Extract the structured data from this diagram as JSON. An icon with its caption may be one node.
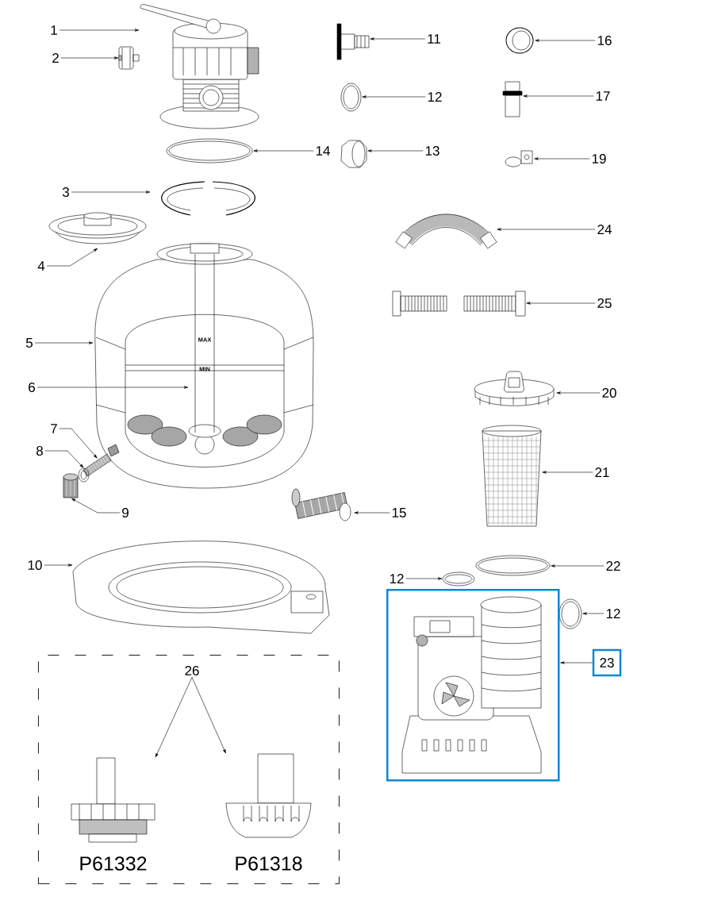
{
  "diagram": {
    "nodes": [
      {
        "text": [
          "1"
        ]
      },
      {
        "text": [],
        "shape": "picture"
      },
      {
        "text": [
          "2"
        ]
      },
      {
        "text": [],
        "shape": "picture"
      },
      {
        "text": [
          "14"
        ]
      },
      {
        "text": [],
        "shape": "picture"
      },
      {
        "text": [
          "3"
        ]
      },
      {
        "text": [],
        "shape": "picture"
      },
      {
        "text": [
          "4"
        ]
      },
      {
        "text": [],
        "shape": "picture"
      },
      {
        "text": [
          "5"
        ]
      },
      {
        "text": [],
        "shape": "picture"
      },
      {
        "text": [
          "6"
        ]
      },
      {
        "text": [],
        "shape": "picture",
        "in": 11
      },
      {
        "text": [
          "7"
        ]
      },
      {
        "text": [],
        "shape": "picture"
      },
      {
        "text": [
          "8"
        ]
      },
      {
        "text": [],
        "shape": "picture"
      },
      {
        "text": [
          "9"
        ]
      },
      {
        "text": [],
        "shape": "picture"
      },
      {
        "text": [
          "10"
        ]
      },
      {
        "text": [],
        "shape": "picture"
      },
      {
        "text": [
          "11"
        ]
      },
      {
        "text": [],
        "shape": "picture"
      },
      {
        "text": [
          "12"
        ]
      },
      {
        "text": [],
        "shape": "picture"
      },
      {
        "text": [
          "13"
        ]
      },
      {
        "text": [],
        "shape": "picture"
      },
      {
        "text": [
          "16"
        ]
      },
      {
        "text": [],
        "shape": "picture"
      },
      {
        "text": [
          "17"
        ]
      },
      {
        "text": [],
        "shape": "picture"
      },
      {
        "text": [
          "19"
        ]
      },
      {
        "text": [],
        "shape": "picture"
      },
      {
        "text": [
          "24"
        ]
      },
      {
        "text": [],
        "shape": "picture"
      },
      {
        "text": [
          "25"
        ]
      },
      {
        "text": [],
        "shape": "picture"
      },
      {
        "text": [
          "20"
        ]
      },
      {
        "text": [],
        "shape": "picture"
      },
      {
        "text": [
          "21"
        ]
      },
      {
        "text": [],
        "shape": "picture"
      },
      {
        "text": [
          "15"
        ]
      },
      {
        "text": [],
        "shape": "picture"
      },
      {
        "text": [
          "22"
        ]
      },
      {
        "text": [],
        "shape": "picture"
      },
      {
        "text": [
          "12"
        ]
      },
      {
        "text": [],
        "shape": "picture"
      },
      {
        "text": [
          "12"
        ]
      },
      {
        "text": [],
        "shape": "picture"
      },
      {
        "text": [
          "23"
        ]
      },
      {
        "text": [],
        "shape": "picture"
      },
      {
        "text": [],
        "shape": "box"
      },
      {
        "text": [
          "26"
        ],
        "in": 52
      },
      {
        "text": [],
        "shape": "picture",
        "in": 52,
        "beside": [
          "P61332"
        ]
      },
      {
        "text": [],
        "shape": "picture",
        "in": 52,
        "beside": [
          "P61318"
        ]
      }
    ],
    "edges": [
      {
        "from": 0,
        "to": 1,
        "arrow": "to"
      },
      {
        "from": 2,
        "to": 3,
        "arrow": "to"
      },
      {
        "from": 4,
        "to": 5,
        "arrow": "to"
      },
      {
        "from": 6,
        "to": 7,
        "arrow": "to"
      },
      {
        "from": 8,
        "to": 9,
        "arrow": "to"
      },
      {
        "from": 10,
        "to": 11,
        "arrow": "to"
      },
      {
        "from": 12,
        "to": 13,
        "arrow": "to"
      },
      {
        "from": 14,
        "to": 15,
        "arrow": "to"
      },
      {
        "from": 16,
        "to": 17,
        "arrow": "to"
      },
      {
        "from": 18,
        "to": 19,
        "arrow": "to"
      },
      {
        "from": 20,
        "to": 21,
        "arrow": "to"
      },
      {
        "from": 22,
        "to": 23,
        "arrow": "to"
      },
      {
        "from": 24,
        "to": 25,
        "arrow": "to"
      },
      {
        "from": 26,
        "to": 27,
        "arrow": "to"
      },
      {
        "from": 28,
        "to": 29,
        "arrow": "to"
      },
      {
        "from": 30,
        "to": 31,
        "arrow": "to"
      },
      {
        "from": 32,
        "to": 33,
        "arrow": "to"
      },
      {
        "from": 34,
        "to": 35,
        "arrow": "to"
      },
      {
        "from": 36,
        "to": 37,
        "arrow": "to"
      },
      {
        "from": 38,
        "to": 39,
        "arrow": "to"
      },
      {
        "from": 40,
        "to": 41,
        "arrow": "to"
      },
      {
        "from": 42,
        "to": 43,
        "arrow": "to"
      },
      {
        "from": 44,
        "to": 45,
        "arrow": "to"
      },
      {
        "from": 46,
        "to": 47,
        "arrow": "to"
      },
      {
        "from": 48,
        "to": 49,
        "arrow": "to"
      },
      {
        "from": 50,
        "to": 51,
        "arrow": "to"
      },
      {
        "from": 53,
        "to": 54,
        "arrow": "to"
      },
      {
        "from": 53,
        "to": 55,
        "arrow": "to"
      }
    ],
    "labels": [
      "MAX",
      "MIN"
    ]
  }
}
